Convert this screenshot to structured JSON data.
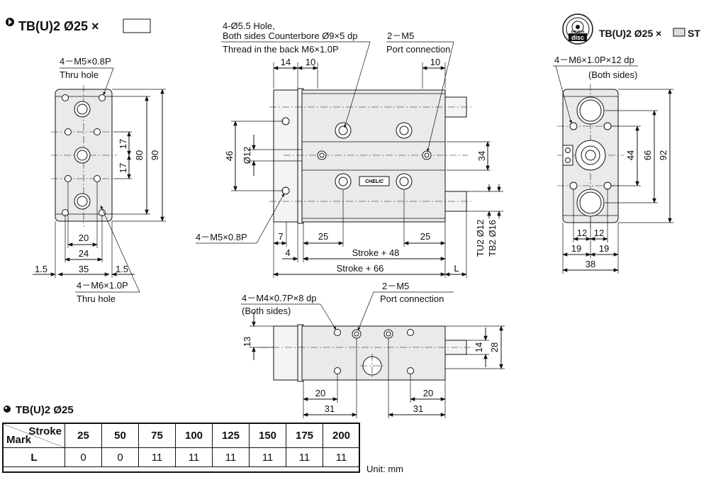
{
  "header_main": {
    "title": "TB(U)2 Ø25 ×"
  },
  "header_st": {
    "title": "TB(U)2 Ø25 ×",
    "suffix": "ST",
    "badge_top": "DOUBLE",
    "badge_bottom": "disc"
  },
  "callouts": {
    "m5_thru": "4－M5×0.8P",
    "thru_hole_1": "Thru hole",
    "m6_thru": "4－M6×1.0P",
    "thru_hole_2": "Thru hole",
    "hole55_1": "4-Ø5.5 Hole,",
    "hole55_2": "Both sides Counterbore Ø9×5 dp",
    "hole55_3": "Thread in the back M6×1.0P",
    "port_top_1": "2－M5",
    "port_top_2": "Port connection",
    "m5_side": "4－M5×0.8P",
    "m6_depth_1": "4－M6×1.0P×12 dp",
    "m6_depth_2": "(Both sides)",
    "m4_depth_1": "4－M4×0.7P×8 dp",
    "m4_depth_2": "(Both sides)",
    "port_bot_1": "2－M5",
    "port_bot_2": "Port connection",
    "logo": "CHELIC"
  },
  "dims_left": {
    "d17a": "17",
    "d17b": "17",
    "d80": "80",
    "d90": "90",
    "d20": "20",
    "d24": "24",
    "d35": "35",
    "d15a": "1.5",
    "d15b": "1.5"
  },
  "dims_center": {
    "d14": "14",
    "d10a": "10",
    "d10b": "10",
    "d46": "46",
    "d12": "Ø12",
    "d34": "34",
    "d7": "7",
    "d25a": "25",
    "d25b": "25",
    "d4": "4",
    "stroke48": "Stroke + 48",
    "stroke66": "Stroke + 66",
    "L": "L",
    "tu": "TU2 Ø12",
    "tb": "TB2 Ø16"
  },
  "dims_right": {
    "d44": "44",
    "d66": "66",
    "d92": "92",
    "d12a": "12",
    "d12b": "12",
    "d19a": "19",
    "d19b": "19",
    "d38": "38"
  },
  "dims_bottom": {
    "d13": "13",
    "d14": "14",
    "d28": "28",
    "d20a": "20",
    "d20b": "20",
    "d31a": "31",
    "d31b": "31"
  },
  "table": {
    "title": "TB(U)2 Ø25",
    "corner_top": "Stroke",
    "corner_bottom": "Mark",
    "strokes": [
      "25",
      "50",
      "75",
      "100",
      "125",
      "150",
      "175",
      "200"
    ],
    "row_label": "L",
    "values": [
      "0",
      "0",
      "11",
      "11",
      "11",
      "11",
      "11",
      "11"
    ],
    "unit": "Unit: mm"
  }
}
